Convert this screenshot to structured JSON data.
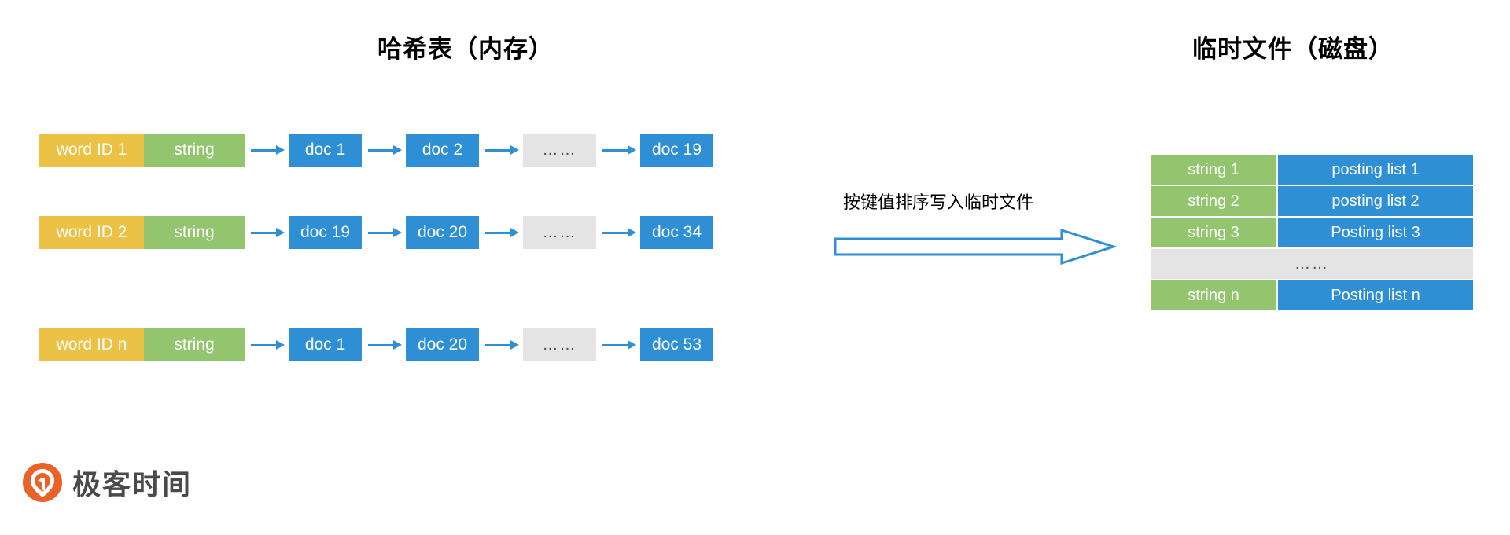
{
  "titles": {
    "hash_table": "哈希表（内存）",
    "temp_file": "临时文件（磁盘）"
  },
  "hash_table": {
    "rows": [
      {
        "word_id": "word ID 1",
        "string": "string",
        "docs": [
          "doc 1",
          "doc 2",
          "……",
          "doc 19"
        ]
      },
      {
        "word_id": "word ID 2",
        "string": "string",
        "docs": [
          "doc 19",
          "doc 20",
          "……",
          "doc 34"
        ]
      },
      {
        "word_id": "word ID n",
        "string": "string",
        "docs": [
          "doc 1",
          "doc 20",
          "……",
          "doc 53"
        ]
      }
    ]
  },
  "transfer": {
    "label": "按键值排序写入临时文件",
    "arrow": "block-right-arrow"
  },
  "disk_table": {
    "rows": [
      {
        "key": "string 1",
        "value": "posting list 1",
        "type": "data"
      },
      {
        "key": "string 2",
        "value": "posting list 2",
        "type": "data"
      },
      {
        "key": "string 3",
        "value": "Posting list 3",
        "type": "data"
      },
      {
        "key": "……",
        "value": "",
        "type": "ellipsis"
      },
      {
        "key": "string n",
        "value": "Posting list n",
        "type": "data"
      }
    ]
  },
  "logo": {
    "text": "极客时间",
    "mark": "geekbang-logo-icon"
  },
  "colors": {
    "word_id": "#ecc246",
    "string": "#93c46e",
    "doc": "#2e8fd4",
    "ellipsis": "#e4e4e4",
    "arrow": "#2e8fd4",
    "logo_orange": "#e8622a"
  }
}
